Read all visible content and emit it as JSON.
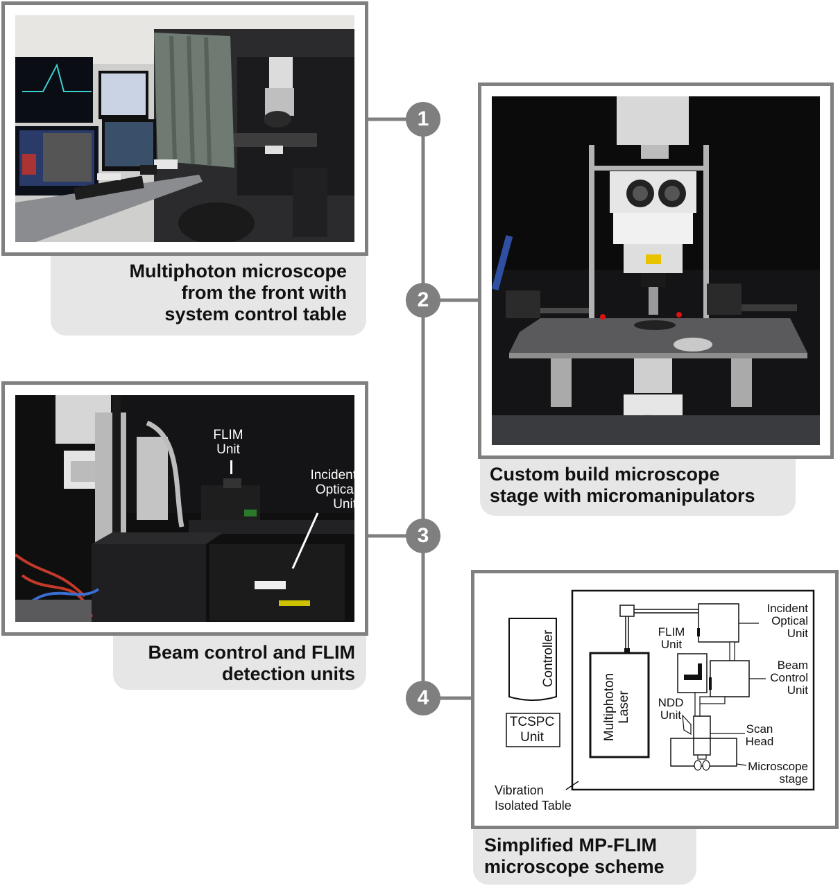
{
  "timeline": {
    "steps": [
      {
        "number": "1"
      },
      {
        "number": "2"
      },
      {
        "number": "3"
      },
      {
        "number": "4"
      }
    ]
  },
  "panel1": {
    "caption": [
      "Multiphoton microscope",
      "from the front with",
      "system control table"
    ]
  },
  "panel2": {
    "caption": [
      "Custom build microscope",
      "stage with micromanipulators"
    ]
  },
  "panel3": {
    "caption": [
      "Beam control and FLIM",
      "detection units"
    ],
    "labels": {
      "flim": [
        "FLIM",
        "Unit"
      ],
      "incident": [
        "Incident",
        "Optical",
        "Unit"
      ]
    }
  },
  "panel4": {
    "caption": [
      "Simplified MP-FLIM",
      "microscope scheme"
    ],
    "labels": {
      "controller": "Controller",
      "tcspc": [
        "TCSPC",
        "Unit"
      ],
      "laser": [
        "Multiphoton",
        "Laser"
      ],
      "flim": [
        "FLIM",
        "Unit"
      ],
      "ndd": [
        "NDD",
        "Unit"
      ],
      "incident": [
        "Incident",
        "Optical",
        "Unit"
      ],
      "beam": [
        "Beam",
        "Control",
        "Unit"
      ],
      "scan": [
        "Scan",
        "Head"
      ],
      "stage": [
        "Microscope",
        "stage"
      ],
      "table": [
        "Vibration",
        "Isolated Table"
      ]
    }
  },
  "colors": {
    "frame": "#808080",
    "caption_bg": "#e6e6e6",
    "badge": "#7f7f7f"
  }
}
